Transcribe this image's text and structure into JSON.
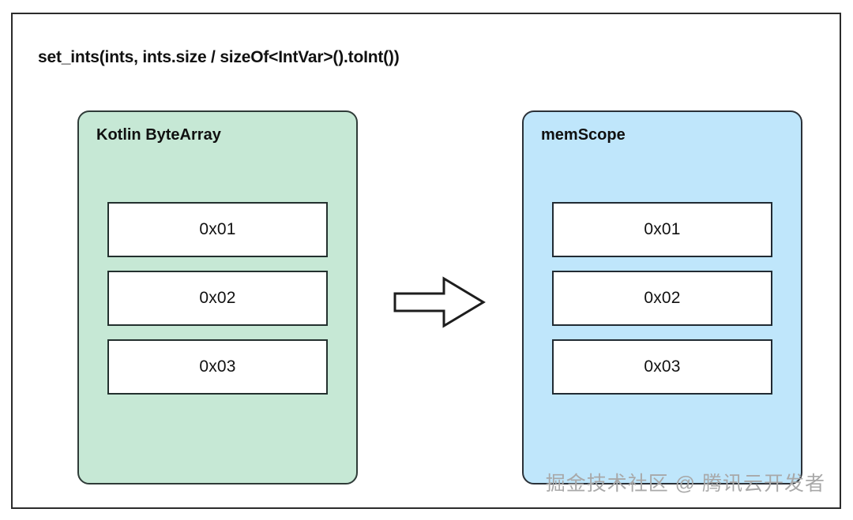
{
  "diagram": {
    "title": "set_ints(ints, ints.size / sizeOf<IntVar>().toInt())",
    "panels": [
      {
        "id": "bytearray",
        "title": "Kotlin ByteArray",
        "fill": "#c6e8d5",
        "cells": [
          "0x01",
          "0x02",
          "0x03"
        ]
      },
      {
        "id": "memscope",
        "title": "memScope",
        "fill": "#bfe6fb",
        "cells": [
          "0x01",
          "0x02",
          "0x03"
        ]
      }
    ],
    "arrow": {
      "icon": "right-block-arrow-icon",
      "direction": "right",
      "fill": "#ffffff",
      "stroke": "#1d1d1d"
    },
    "frame": {
      "border_color": "#2b2b2b",
      "background": "#ffffff"
    }
  },
  "watermark": {
    "text": "掘金技术社区 @ 腾讯云开发者",
    "color": "#a8a8a8"
  }
}
